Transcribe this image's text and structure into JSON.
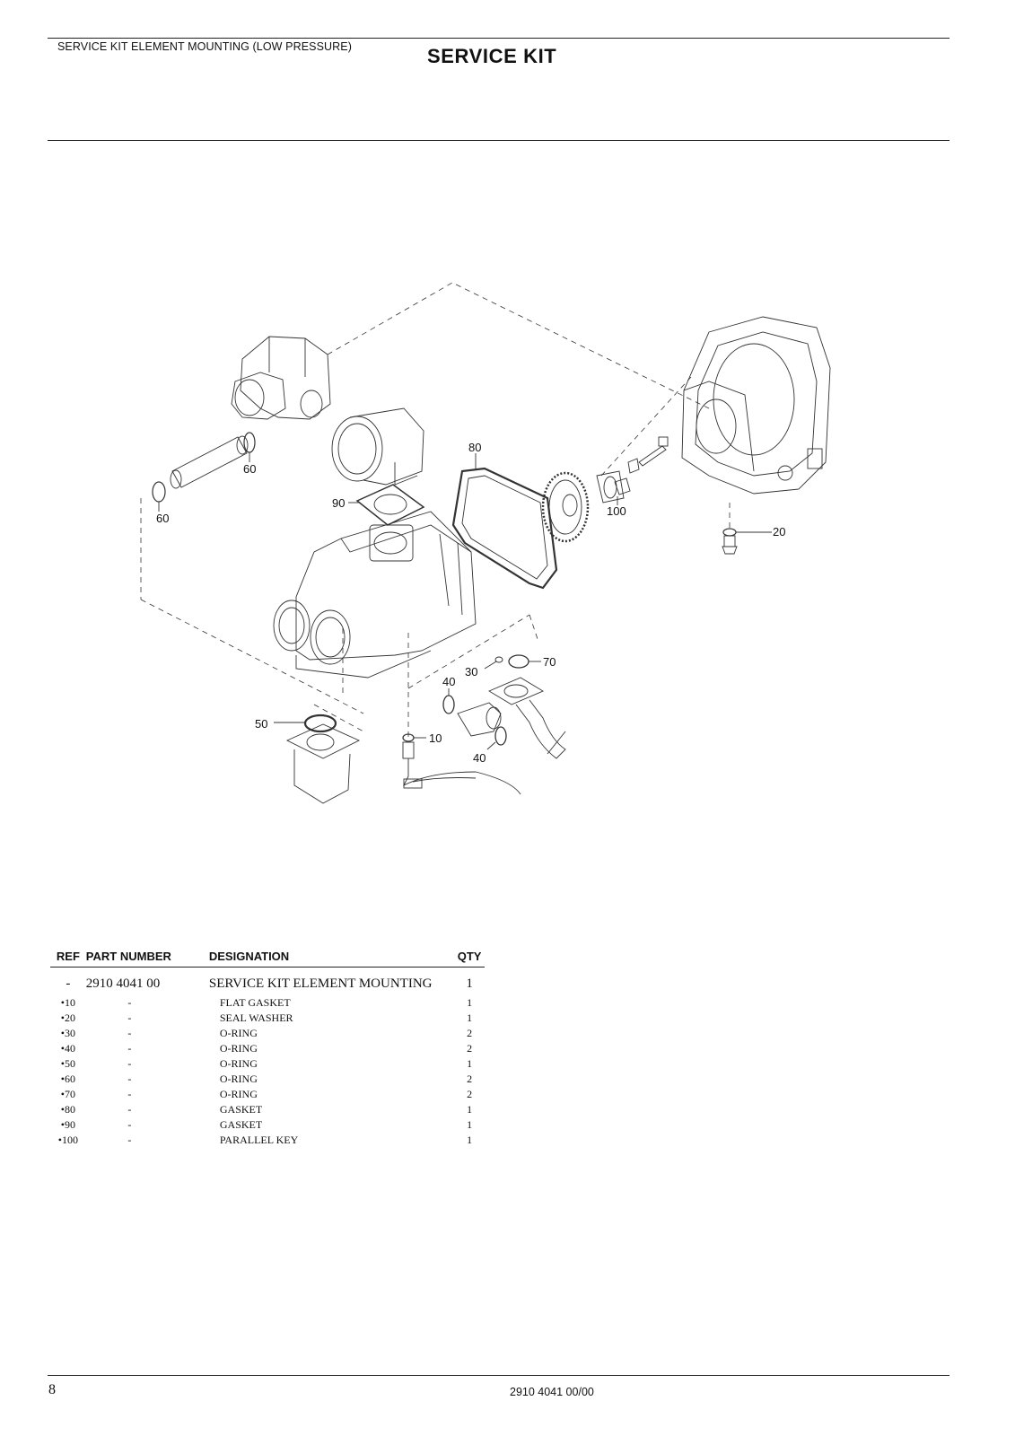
{
  "header": {
    "subtitle": "SERVICE KIT ELEMENT MOUNTING (LOW PRESSURE)",
    "title": "SERVICE KIT"
  },
  "diagram": {
    "callouts": [
      {
        "id": "c60a",
        "label": "60"
      },
      {
        "id": "c60b",
        "label": "60"
      },
      {
        "id": "c80",
        "label": "80"
      },
      {
        "id": "c90",
        "label": "90"
      },
      {
        "id": "c100",
        "label": "100"
      },
      {
        "id": "c20",
        "label": "20"
      },
      {
        "id": "c70",
        "label": "70"
      },
      {
        "id": "c30",
        "label": "30"
      },
      {
        "id": "c40a",
        "label": "40"
      },
      {
        "id": "c50",
        "label": "50"
      },
      {
        "id": "c10",
        "label": "10"
      },
      {
        "id": "c40b",
        "label": "40"
      }
    ]
  },
  "table": {
    "headers": {
      "ref": "REF",
      "part": "PART NUMBER",
      "designation": "DESIGNATION",
      "qty": "QTY"
    },
    "kit": {
      "ref": "-",
      "part": "2910 4041 00",
      "designation": "SERVICE KIT ELEMENT MOUNTING",
      "qty": "1"
    },
    "rows": [
      {
        "ref": "•10",
        "part": "-",
        "designation": "FLAT GASKET",
        "qty": "1"
      },
      {
        "ref": "•20",
        "part": "-",
        "designation": "SEAL WASHER",
        "qty": "1"
      },
      {
        "ref": "•30",
        "part": "-",
        "designation": "O-RING",
        "qty": "2"
      },
      {
        "ref": "•40",
        "part": "-",
        "designation": "O-RING",
        "qty": "2"
      },
      {
        "ref": "•50",
        "part": "-",
        "designation": "O-RING",
        "qty": "1"
      },
      {
        "ref": "•60",
        "part": "-",
        "designation": "O-RING",
        "qty": "2"
      },
      {
        "ref": "•70",
        "part": "-",
        "designation": "O-RING",
        "qty": "2"
      },
      {
        "ref": "•80",
        "part": "-",
        "designation": "GASKET",
        "qty": "1"
      },
      {
        "ref": "•90",
        "part": "-",
        "designation": "GASKET",
        "qty": "1"
      },
      {
        "ref": "•100",
        "part": "-",
        "designation": "PARALLEL KEY",
        "qty": "1"
      }
    ]
  },
  "footer": {
    "page_number": "8",
    "doc_number": "2910 4041 00/00"
  }
}
